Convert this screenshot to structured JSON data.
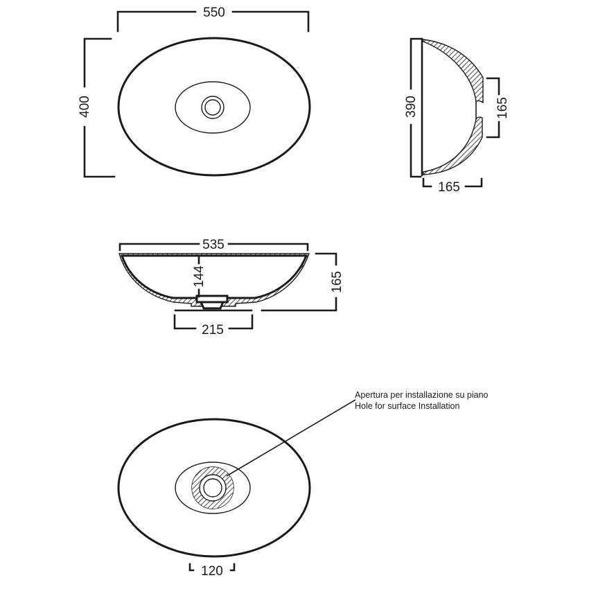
{
  "top_view": {
    "width_label": "550",
    "depth_label": "400"
  },
  "side_view": {
    "height_label": "390",
    "drain_height_label": "165",
    "base_width_label": "165"
  },
  "front_view": {
    "width_label": "535",
    "inner_depth_label": "144",
    "total_height_label": "165",
    "base_width_label": "215"
  },
  "bottom_view": {
    "hole_label": "120",
    "note_line1": "Apertura per installazione su piano",
    "note_line2": "Hole for surface Installation"
  }
}
